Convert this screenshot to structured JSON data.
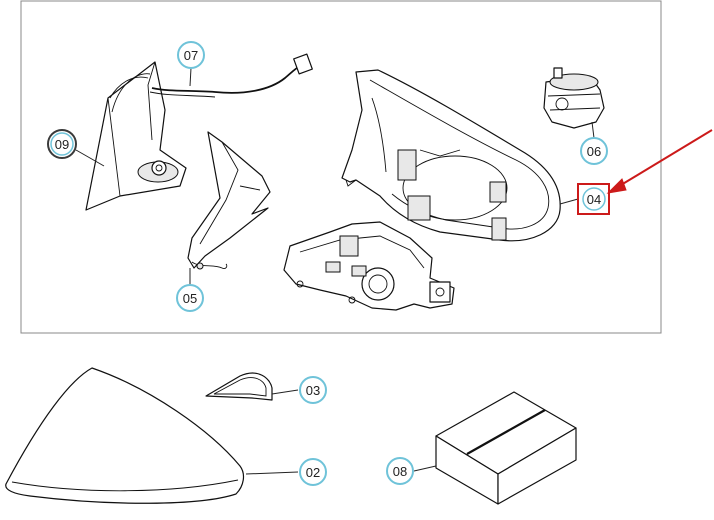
{
  "callouts": {
    "c07": "07",
    "c09": "09",
    "c05": "05",
    "c06": "06",
    "c04": "04",
    "c03": "03",
    "c02": "02",
    "c08": "08"
  },
  "colors": {
    "callout_ring": "#6fc3d9",
    "callout_ring_bold": "#3a3a3a",
    "highlight_box": "#cc1a1a",
    "arrow": "#cc1a1a",
    "frame": "#888888"
  }
}
